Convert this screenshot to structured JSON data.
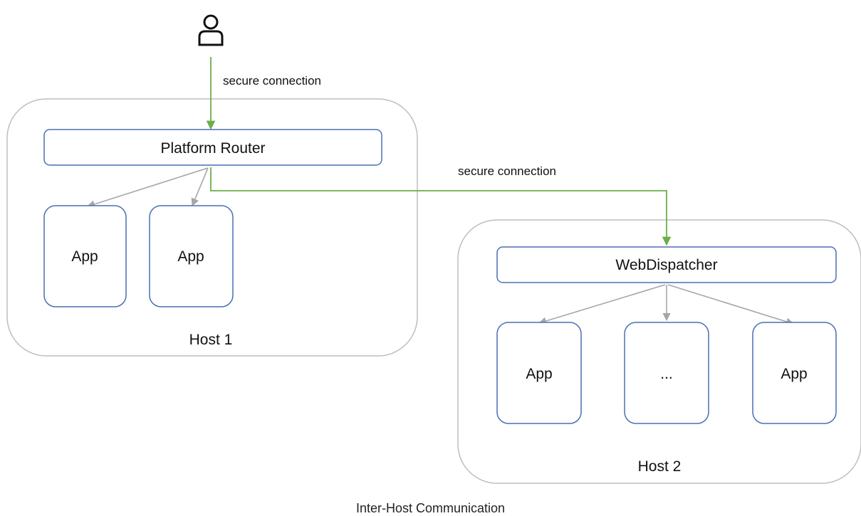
{
  "diagram": {
    "user_icon": "person-icon",
    "connection_label_top": "secure connection",
    "connection_label_mid": "secure connection",
    "host1": {
      "label": "Host 1",
      "router_label": "Platform Router",
      "apps": [
        "App",
        "App"
      ]
    },
    "host2": {
      "label": "Host 2",
      "dispatcher_label": "WebDispatcher",
      "apps": [
        "App",
        "...",
        "App"
      ]
    },
    "colors": {
      "secure_link": "#6aaf47",
      "internal_link": "#a6a6a6",
      "box_border": "#4a6fb5",
      "host_border": "#bdbdbd"
    }
  },
  "caption": "Inter-Host Communication"
}
